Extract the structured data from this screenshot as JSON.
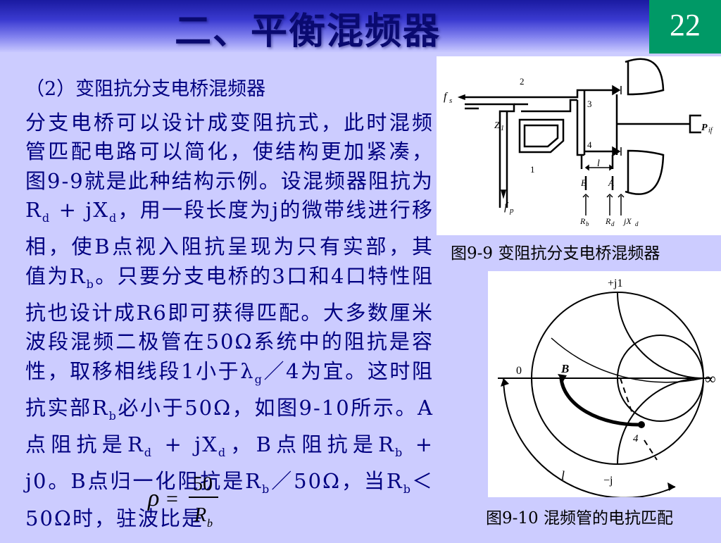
{
  "header": {
    "title": "二、平衡混频器",
    "page_number": "22"
  },
  "content": {
    "subtitle": "（2）变阻抗分支电桥混频器",
    "para": [
      "分支电桥可以设计成变阻抗式，此时混频管匹配电路可以简化，使结构更加紧凑，图9-9就是此种结构示例。设混频器阻抗为R",
      "d",
      " + jX",
      "d",
      "，用一段长度为j的微带线进行移相，使B点视入阻抗呈现为只有实部，其值为R",
      "b",
      "。只要分支电桥的3口和4口特性阻抗也设计成R6即可获得匹配。大多数厘米波段混频二极管在50Ω系统中的阻抗是容性，取移相线段1小于λ",
      "g",
      "／4为宜。这时阻抗实部R",
      "b",
      "必小于50Ω，如图9-10所示。A点阻抗是R",
      "d",
      " + jX",
      "d",
      "，B点阻抗是R",
      "b",
      " + j0。B点归一化阻抗是R",
      "b",
      "／50Ω，当R",
      "b",
      "＜50Ω时，驻波比是"
    ]
  },
  "formula": {
    "rho": "ρ",
    "eq": "=",
    "num": "50",
    "den": "R",
    "den_sub": "b"
  },
  "figure1": {
    "caption": "图9-9  变阻抗分支电桥混频器",
    "labels": {
      "fs": "f",
      "fs_sub": "s",
      "fp": "f",
      "fp_sub": "p",
      "pif": "P",
      "pif_sub": "if",
      "z1": "Z",
      "z1_sub": "1",
      "n1": "1",
      "n2": "2",
      "n3": "3",
      "n4": "4",
      "B": "B",
      "A": "A",
      "l": "l",
      "rb": "R",
      "rb_sub": "b",
      "rd": "R",
      "rd_sub": "d",
      "jxd": "jX",
      "jxd_sub": "d"
    }
  },
  "figure2": {
    "caption": "图9-10  混频管的电抗匹配",
    "labels": {
      "plus_j1": "+j1",
      "minus_j": "−j",
      "zero": "0",
      "inf": "∞",
      "B": "B",
      "n4": "4",
      "l": "l"
    }
  }
}
